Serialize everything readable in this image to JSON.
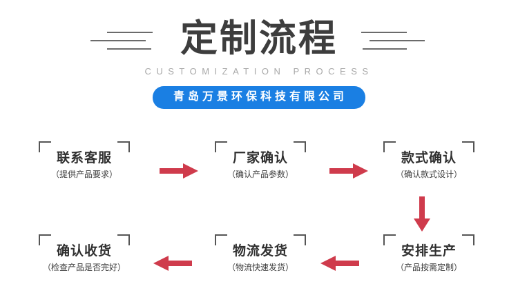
{
  "header": {
    "title": "定制流程",
    "subtitle": "CUSTOMIZATION PROCESS",
    "company": "青岛万景环保科技有限公司",
    "accent_color": "#1a7fe3",
    "title_color": "#3d3d3d",
    "subtitle_color": "#a8a8a8"
  },
  "flow": {
    "arrow_color": "#cf3b4c",
    "bracket_color": "#555555",
    "steps": [
      {
        "title": "联系客服",
        "sub": "（提供产品要求）"
      },
      {
        "title": "厂家确认",
        "sub": "（确认产品参数）"
      },
      {
        "title": "款式确认",
        "sub": "（确认款式设计）"
      },
      {
        "title": "安排生产",
        "sub": "（产品按需定制）"
      },
      {
        "title": "物流发货",
        "sub": "（物流快速发货）"
      },
      {
        "title": "确认收货",
        "sub": "（检查产品是否完好）"
      }
    ],
    "arrows": [
      {
        "name": "arrow-step1-to-step2",
        "direction": "right"
      },
      {
        "name": "arrow-step2-to-step3",
        "direction": "right"
      },
      {
        "name": "arrow-step3-to-step4",
        "direction": "down"
      },
      {
        "name": "arrow-step4-to-step5",
        "direction": "left"
      },
      {
        "name": "arrow-step5-to-step6",
        "direction": "left"
      }
    ]
  }
}
